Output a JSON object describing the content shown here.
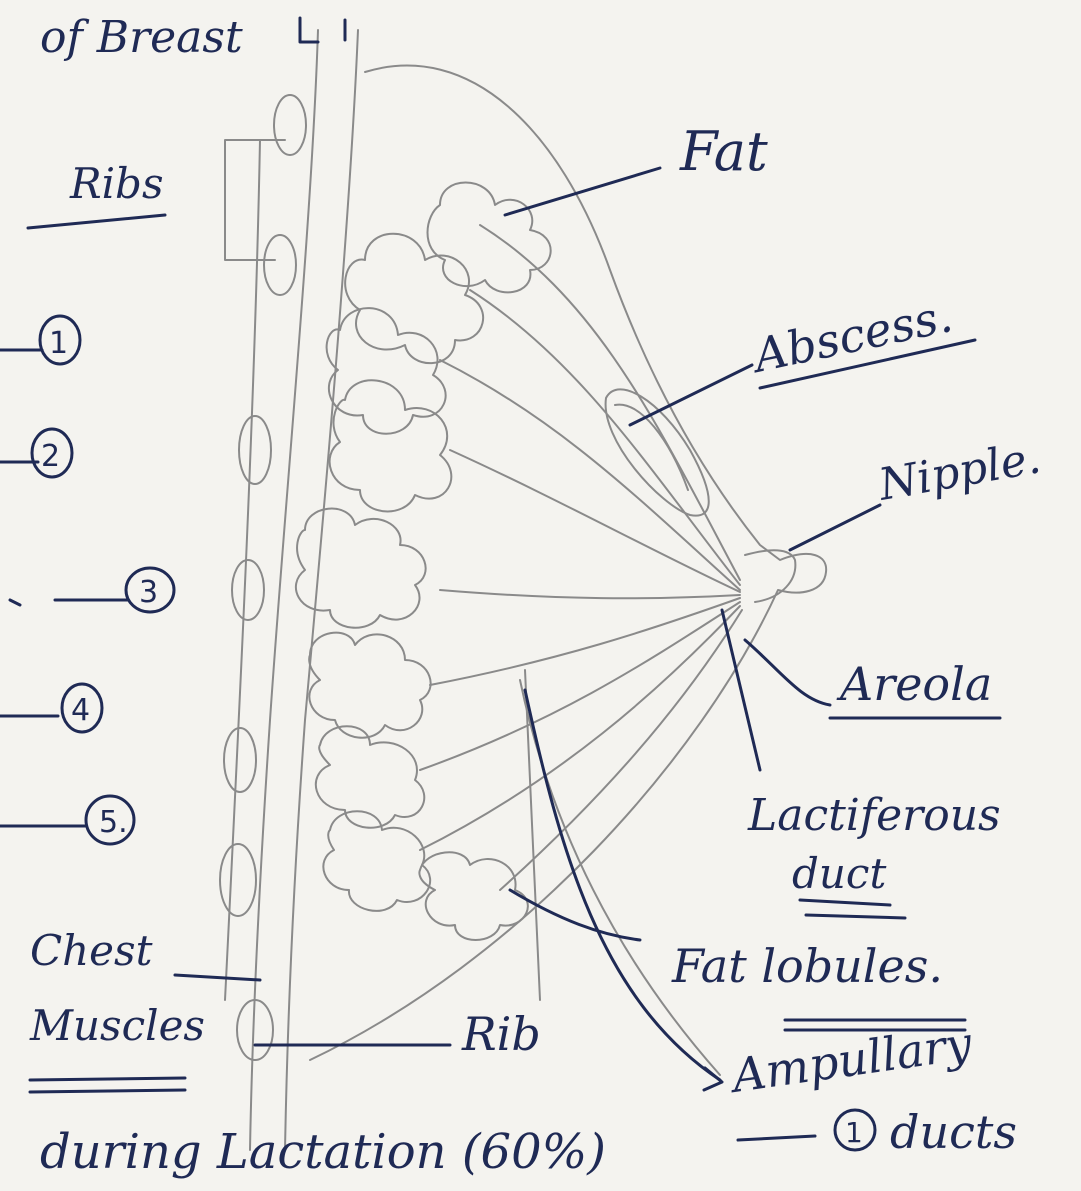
{
  "title_fragment": "of Breast",
  "labels": {
    "ribs_heading": "Ribs",
    "fat": "Fat",
    "abscess": "Abscess.",
    "nipple": "Nipple.",
    "areola": "Areola",
    "lactiferous_line1": "Lactiferous",
    "lactiferous_line2": "duct",
    "fat_lobules": "Fat lobules.",
    "chest_muscles_line1": "Chest",
    "chest_muscles_line2": "Muscles",
    "rib": "Rib",
    "ampullary_line1": "Ampullary",
    "ampullary_line2": "ducts"
  },
  "numbered_markers": [
    "1",
    "2",
    "3",
    "4",
    "5."
  ],
  "footer": {
    "text": "during Lactation (60%)",
    "marker": "1"
  },
  "colors": {
    "ink": "#1f2a55",
    "pencil": "#8a8a8a",
    "paper": "#f4f3ef"
  }
}
